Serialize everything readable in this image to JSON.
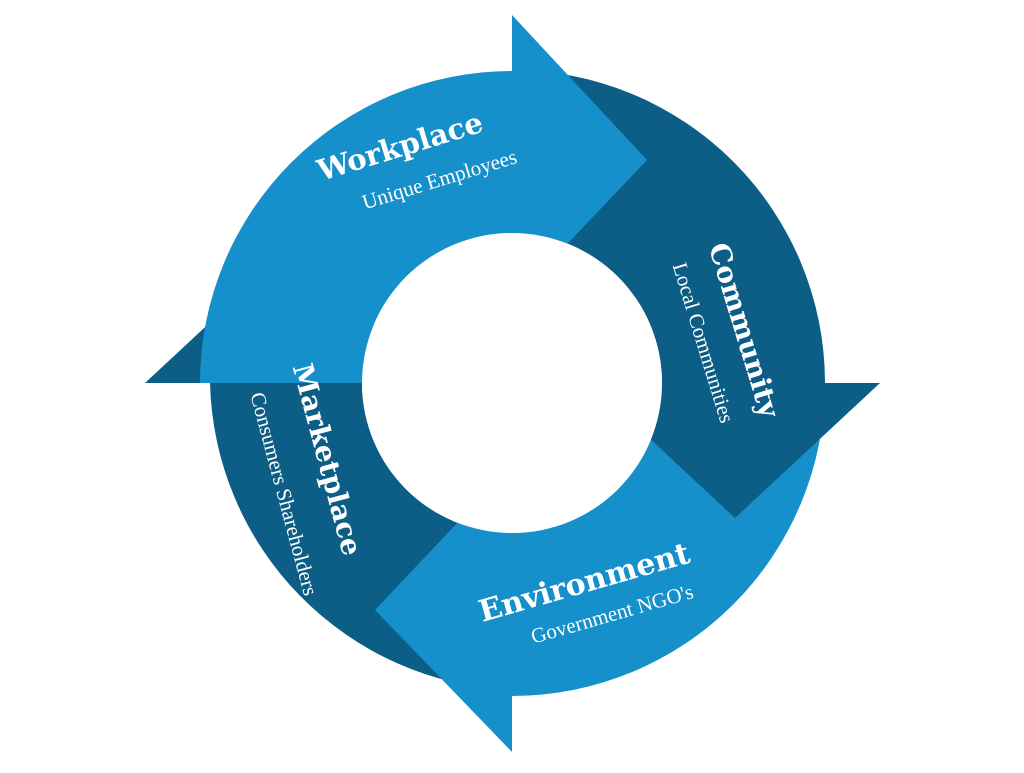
{
  "colors": {
    "light_blue": "#1590cb",
    "dark_blue": "#0d5e86",
    "text": "#ffffff",
    "background": "#ffffff"
  },
  "segments": [
    {
      "id": "workplace",
      "title": "Workplace",
      "subtitle": "Unique Employees",
      "color": "light_blue"
    },
    {
      "id": "community",
      "title": "Community",
      "subtitle": "Local Communities",
      "color": "dark_blue"
    },
    {
      "id": "environment",
      "title": "Environment",
      "subtitle": "Government NGO's",
      "color": "light_blue"
    },
    {
      "id": "marketplace",
      "title": "Marketplace",
      "subtitle": "Consumers Shareholders",
      "color": "dark_blue"
    }
  ]
}
